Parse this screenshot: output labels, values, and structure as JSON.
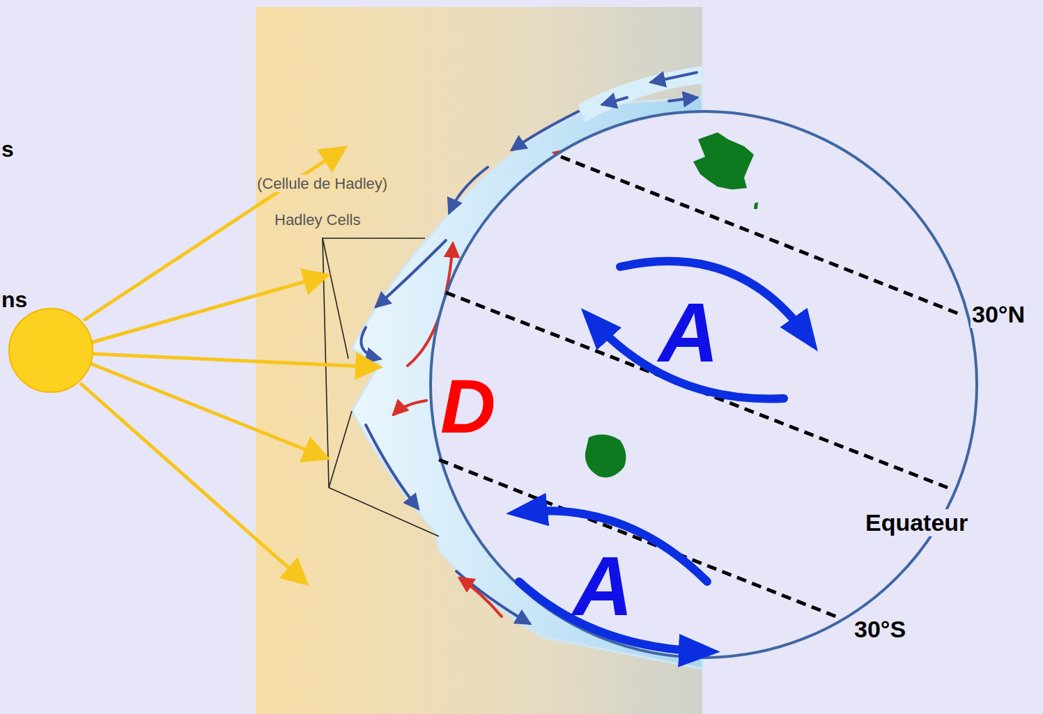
{
  "diagram": {
    "labels": [
      "s",
      "ns",
      "(Cellule de Hadley)",
      "Hadley Cells",
      "A",
      "D",
      "A",
      "30°N",
      "Equateur",
      "30°S"
    ]
  }
}
